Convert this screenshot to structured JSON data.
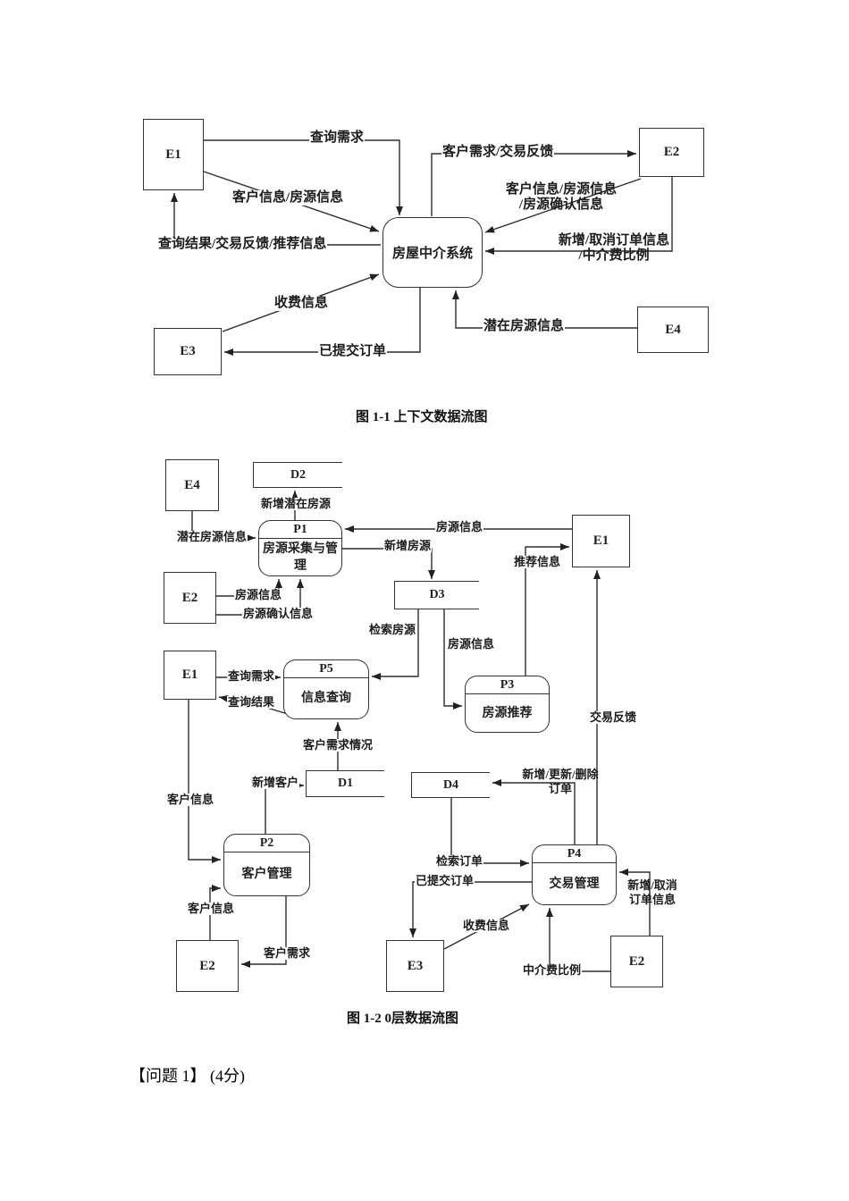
{
  "page": {
    "problem_heading": "【问题 1】 (4分)"
  },
  "diagram1": {
    "caption": "图 1-1 上下文数据流图",
    "system_label": "房屋中介系统",
    "entities": {
      "e1": "E1",
      "e2": "E2",
      "e3": "E3",
      "e4": "E4"
    },
    "flows": {
      "query_request": "查询需求",
      "customer_house_info": "客户信息/房源信息",
      "result_feedback_recommend": "查询结果/交易反馈/推荐信息",
      "fee_info": "收费信息",
      "demand_feedback": "客户需求/交易反馈",
      "cust_house_confirm_1": "客户信息/房源信息",
      "cust_house_confirm_2": "/房源确认信息",
      "order_addcancel_1": "新增/取消订单信息",
      "order_addcancel_2": "/中介费比例",
      "potential_house_info": "潜在房源信息",
      "submitted_order": "已提交订单"
    }
  },
  "diagram2": {
    "caption": "图 1-2 0层数据流图",
    "entities": {
      "e4": "E4",
      "e2_top": "E2",
      "e1_right": "E1",
      "e1_left": "E1",
      "e2_bottom_left": "E2",
      "e3": "E3",
      "e2_bottom_right": "E2"
    },
    "stores": {
      "d1": "D1",
      "d2": "D2",
      "d3": "D3",
      "d4": "D4"
    },
    "processes": {
      "p1": {
        "id": "P1",
        "name": "房源采集与管理"
      },
      "p5": {
        "id": "P5",
        "name": "信息查询"
      },
      "p3": {
        "id": "P3",
        "name": "房源推荐"
      },
      "p2": {
        "id": "P2",
        "name": "客户管理"
      },
      "p4": {
        "id": "P4",
        "name": "交易管理"
      }
    },
    "flows": {
      "new_potential_house": "新增潜在房源",
      "potential_house_info": "潜在房源信息",
      "house_info_to_p1": "房源信息",
      "new_house": "新增房源",
      "house_info_from_e2": "房源信息",
      "house_confirm_info": "房源确认信息",
      "search_house": "检索房源",
      "house_info_to_p3": "房源信息",
      "recommend_info": "推荐信息",
      "transaction_feedback": "交易反馈",
      "query_request": "查询需求",
      "query_result": "查询结果",
      "customer_demand_status": "客户需求情况",
      "new_customer": "新增客户",
      "customer_info_from_e1": "客户信息",
      "customer_info_from_e2": "客户信息",
      "customer_demand": "客户需求",
      "order_crud_1": "新增/更新/删除",
      "order_crud_2": "订单",
      "search_order": "检索订单",
      "submitted_order": "已提交订单",
      "fee_info": "收费信息",
      "agency_fee_rate": "中介费比例",
      "order_addcancel_1": "新增/取消",
      "order_addcancel_2": "订单信息"
    }
  }
}
